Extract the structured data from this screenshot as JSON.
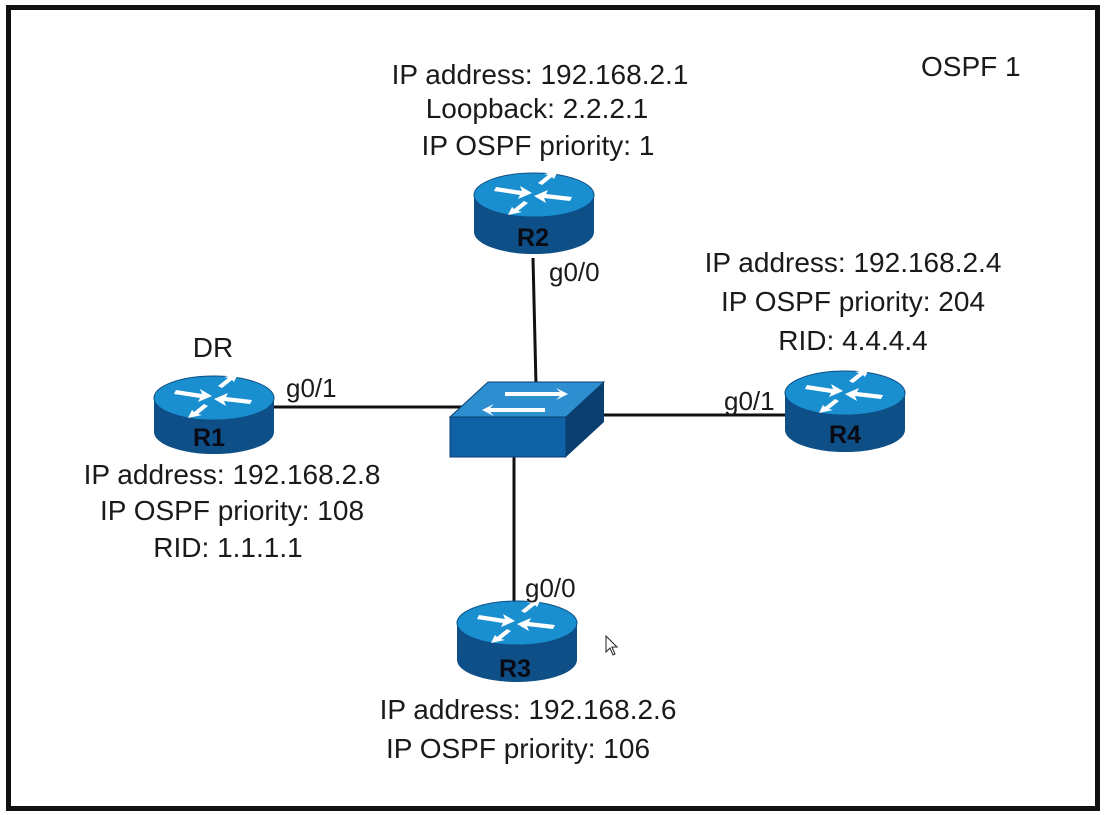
{
  "process_label": "OSPF 1",
  "links": [
    {
      "from": "R2",
      "to": "switch",
      "port": "g0/0"
    },
    {
      "from": "R1",
      "to": "switch",
      "port": "g0/1"
    },
    {
      "from": "R4",
      "to": "switch",
      "port": "g0/1"
    },
    {
      "from": "R3",
      "to": "switch",
      "port": "g0/0"
    }
  ],
  "routers": {
    "r1": {
      "name": "R1",
      "role": "DR",
      "ip": "IP address: 192.168.2.8",
      "priority": "IP OSPF priority: 108",
      "rid": "RID: 1.1.1.1"
    },
    "r2": {
      "name": "R2",
      "ip": "IP address: 192.168.2.1",
      "loopback": "Loopback: 2.2.2.1",
      "priority": "IP OSPF priority: 1"
    },
    "r3": {
      "name": "R3",
      "ip": "IP address: 192.168.2.6",
      "priority": "IP OSPF priority: 106"
    },
    "r4": {
      "name": "R4",
      "ip": "IP address: 192.168.2.4",
      "priority": "IP OSPF priority: 204",
      "rid": "RID: 4.4.4.4"
    }
  },
  "colors": {
    "router_top": "#1a8fd0",
    "router_side": "#0d4f86",
    "switch_top": "#2d8fd0",
    "switch_front": "#0f62a6",
    "switch_side": "#0a3f70",
    "link": "#111111"
  }
}
